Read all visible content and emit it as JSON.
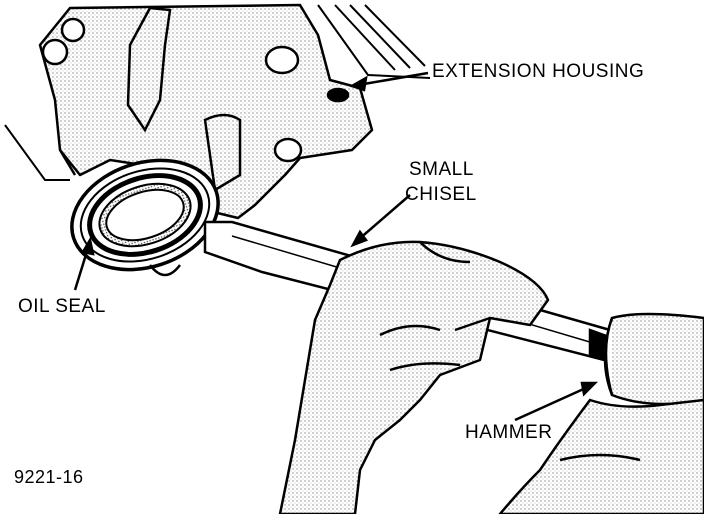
{
  "labels": {
    "extension_housing": "EXTENSION HOUSING",
    "small": "SMALL",
    "chisel": "CHISEL",
    "oil_seal": "OIL SEAL",
    "hammer": "HAMMER",
    "figure_number": "9221-16"
  },
  "colors": {
    "ink": "#000000",
    "paper": "#ffffff",
    "stipple": "#9a9a9a"
  }
}
